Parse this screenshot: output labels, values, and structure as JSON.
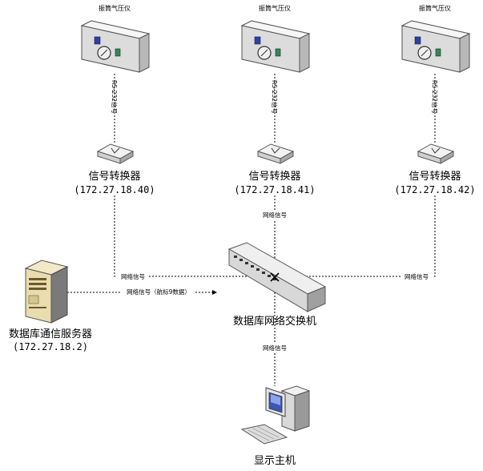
{
  "top_devices": [
    {
      "device_label": "振筒气压仪",
      "serial_label": "RS-232信号",
      "converter_label": "信号转换器",
      "converter_ip": "(172.27.18.40)"
    },
    {
      "device_label": "振筒气压仪",
      "serial_label": "RS-232信号",
      "converter_label": "信号转换器",
      "converter_ip": "(172.27.18.41)"
    },
    {
      "device_label": "振筒气压仪",
      "serial_label": "RS-232信号",
      "converter_label": "信号转换器",
      "converter_ip": "(172.27.18.42)"
    }
  ],
  "network_signal": "网络信号",
  "server_link_label": "网络信号（航标9数据）",
  "switch_label": "数据库网络交换机",
  "server": {
    "label": "数据库通信服务器",
    "ip": "(172.27.18.2)"
  },
  "display_host_label": "显示主机"
}
